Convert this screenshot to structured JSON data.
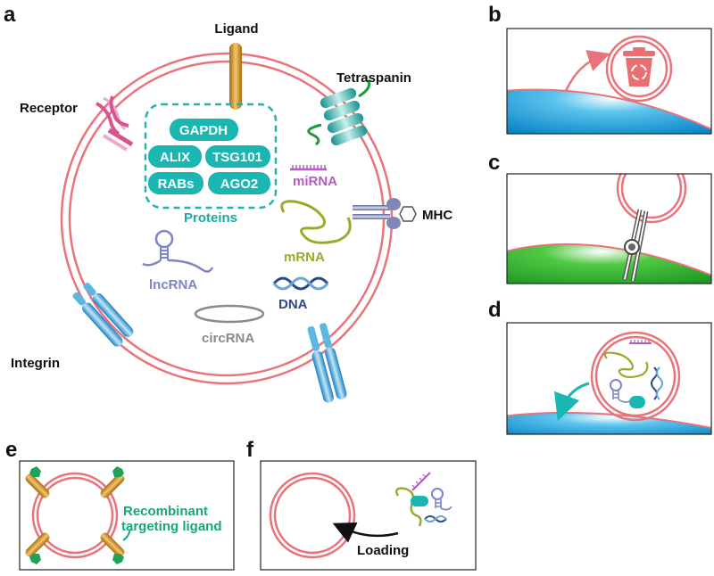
{
  "panels": {
    "a": "a",
    "b": "b",
    "c": "c",
    "d": "d",
    "e": "e",
    "f": "f"
  },
  "vesicle_a": {
    "ligand": "Ligand",
    "receptor": "Receptor",
    "tetraspanin": "Tetraspanin",
    "mhc": "MHC",
    "integrin": "Integrin",
    "proteins": [
      "GAPDH",
      "ALIX",
      "TSG101",
      "RABs",
      "AGO2"
    ],
    "proteins_label": "Proteins",
    "mirna": "miRNA",
    "mrna": "mRNA",
    "lncrna": "lncRNA",
    "dna": "DNA",
    "circrna": "circRNA"
  },
  "panel_e": {
    "ligand_label_1": "Recombinant",
    "ligand_label_2": "targeting ligand"
  },
  "panel_f": {
    "loading": "Loading"
  },
  "colors": {
    "membrane": "#e8737a",
    "teal": "#1ab6b1",
    "protein_text": "#1aa9a4",
    "mirna": "#b45cc0",
    "mrna": "#9aaa2a",
    "lncrna": "#7d85c6",
    "dna": "#2a4a8a",
    "circrna": "#8a8a8a",
    "ligand_gold": "#d89a2a",
    "green_label": "#14a77a"
  }
}
